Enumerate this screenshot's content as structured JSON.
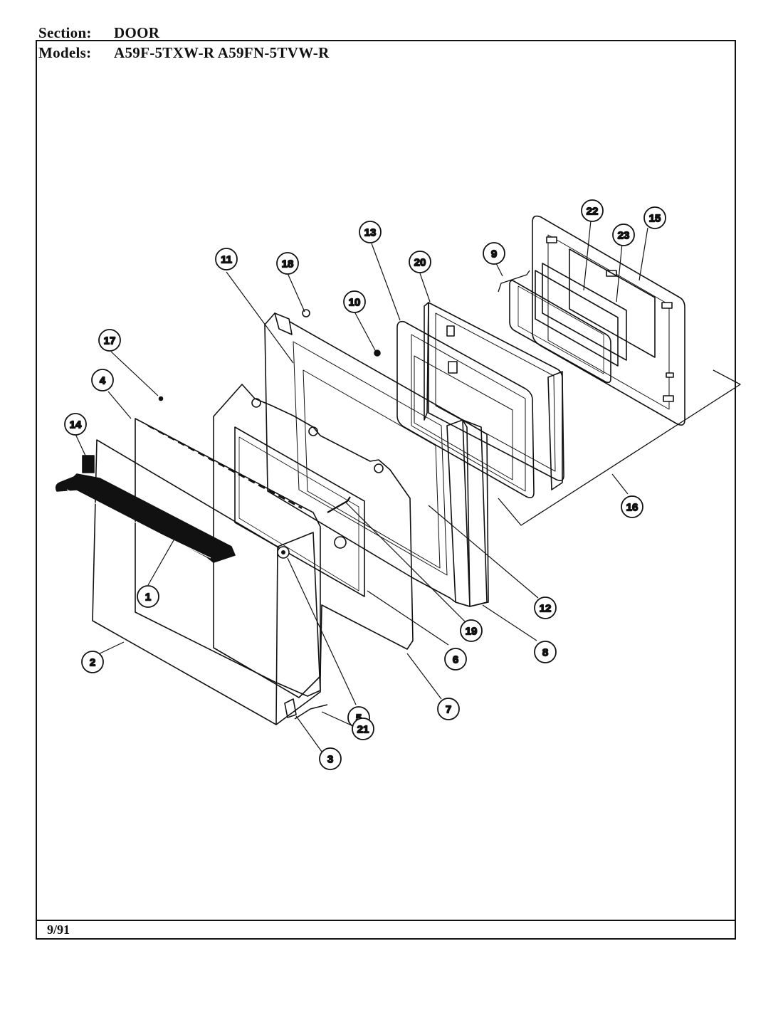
{
  "header": {
    "section_label": "Section:",
    "section_value": "DOOR",
    "models_label": "Models:",
    "models_value": "A59F-5TXW-R  A59FN-5TVW-R"
  },
  "footer": {
    "date": "9/91"
  },
  "callouts": [
    {
      "id": "1",
      "label": "1"
    },
    {
      "id": "2",
      "label": "2"
    },
    {
      "id": "3",
      "label": "3"
    },
    {
      "id": "4",
      "label": "4"
    },
    {
      "id": "5",
      "label": "5"
    },
    {
      "id": "6",
      "label": "6"
    },
    {
      "id": "7",
      "label": "7"
    },
    {
      "id": "8",
      "label": "8"
    },
    {
      "id": "9",
      "label": "9"
    },
    {
      "id": "10",
      "label": "10"
    },
    {
      "id": "11",
      "label": "11"
    },
    {
      "id": "12",
      "label": "12"
    },
    {
      "id": "13",
      "label": "13"
    },
    {
      "id": "14",
      "label": "14"
    },
    {
      "id": "15",
      "label": "15"
    },
    {
      "id": "16",
      "label": "16"
    },
    {
      "id": "17",
      "label": "17"
    },
    {
      "id": "18",
      "label": "18"
    },
    {
      "id": "19",
      "label": "19"
    },
    {
      "id": "20",
      "label": "20"
    },
    {
      "id": "21",
      "label": "21"
    },
    {
      "id": "22",
      "label": "22"
    },
    {
      "id": "23",
      "label": "23"
    }
  ]
}
